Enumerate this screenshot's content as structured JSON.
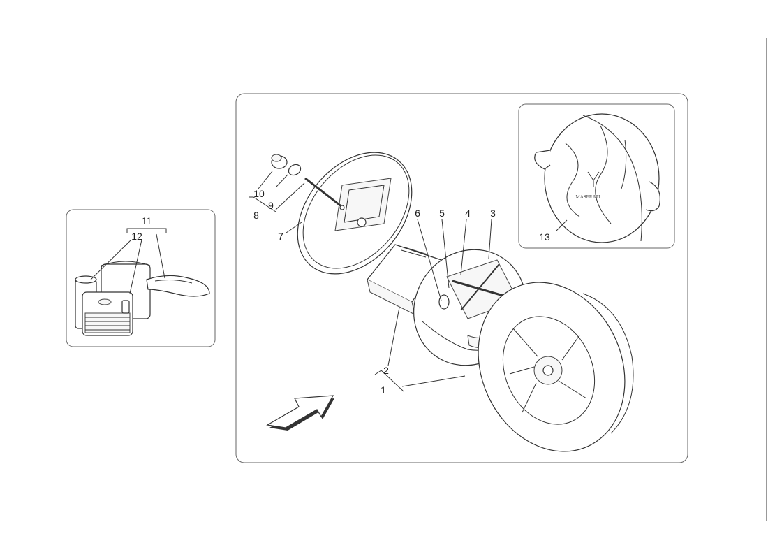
{
  "callouts": {
    "c1": "1",
    "c2": "2",
    "c3": "3",
    "c4": "4",
    "c5": "5",
    "c6": "6",
    "c7": "7",
    "c8": "8",
    "c9": "9",
    "c10": "10",
    "c11": "11",
    "c12": "12",
    "c13": "13"
  },
  "bag_logo_text": "MASERATI"
}
